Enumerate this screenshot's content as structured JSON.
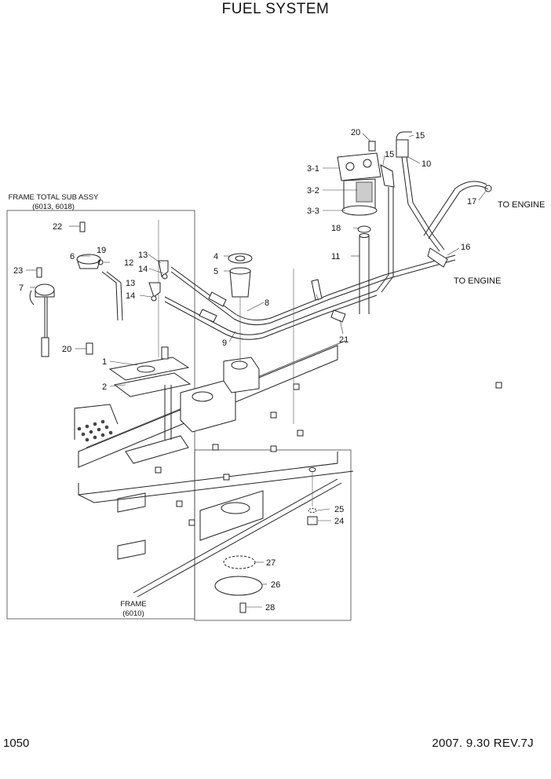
{
  "title": "FUEL SYSTEM",
  "page_number": "1050",
  "revision": "2007. 9.30  REV.7J",
  "frame_total_sub_assy": {
    "line1": "FRAME TOTAL SUB ASSY",
    "line2": "(6013, 6018)"
  },
  "frame": {
    "line1": "FRAME",
    "line2": "(6010)"
  },
  "to_engine_a": "TO ENGINE",
  "to_engine_b": "TO ENGINE",
  "callouts": [
    "1",
    "2",
    "3-1",
    "3-2",
    "3-3",
    "4",
    "5",
    "6",
    "7",
    "8",
    "9",
    "10",
    "11",
    "12",
    "13",
    "13",
    "14",
    "14",
    "15",
    "15",
    "16",
    "17",
    "18",
    "19",
    "20",
    "20",
    "21",
    "22",
    "23",
    "24",
    "25",
    "26",
    "27",
    "28"
  ]
}
